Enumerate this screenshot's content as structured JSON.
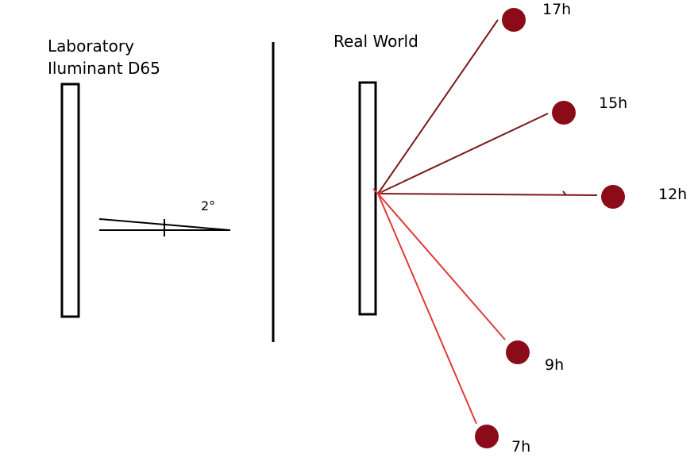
{
  "left_panel": {
    "title_line1": "Laboratory",
    "title_line2": "Iluminant D65",
    "angle_label": "2°"
  },
  "right_panel": {
    "title": "Real World",
    "sun_positions": [
      {
        "label": "17h",
        "color": "#7a1a1a"
      },
      {
        "label": "15h",
        "color": "#7a1a1a"
      },
      {
        "label": "12h",
        "color": "#7a1a1a"
      },
      {
        "label": "9h",
        "color": "#e03a3a"
      },
      {
        "label": "7h",
        "color": "#e03a3a"
      }
    ]
  },
  "colors": {
    "line": "#000000",
    "sun": "#8b0c18"
  }
}
